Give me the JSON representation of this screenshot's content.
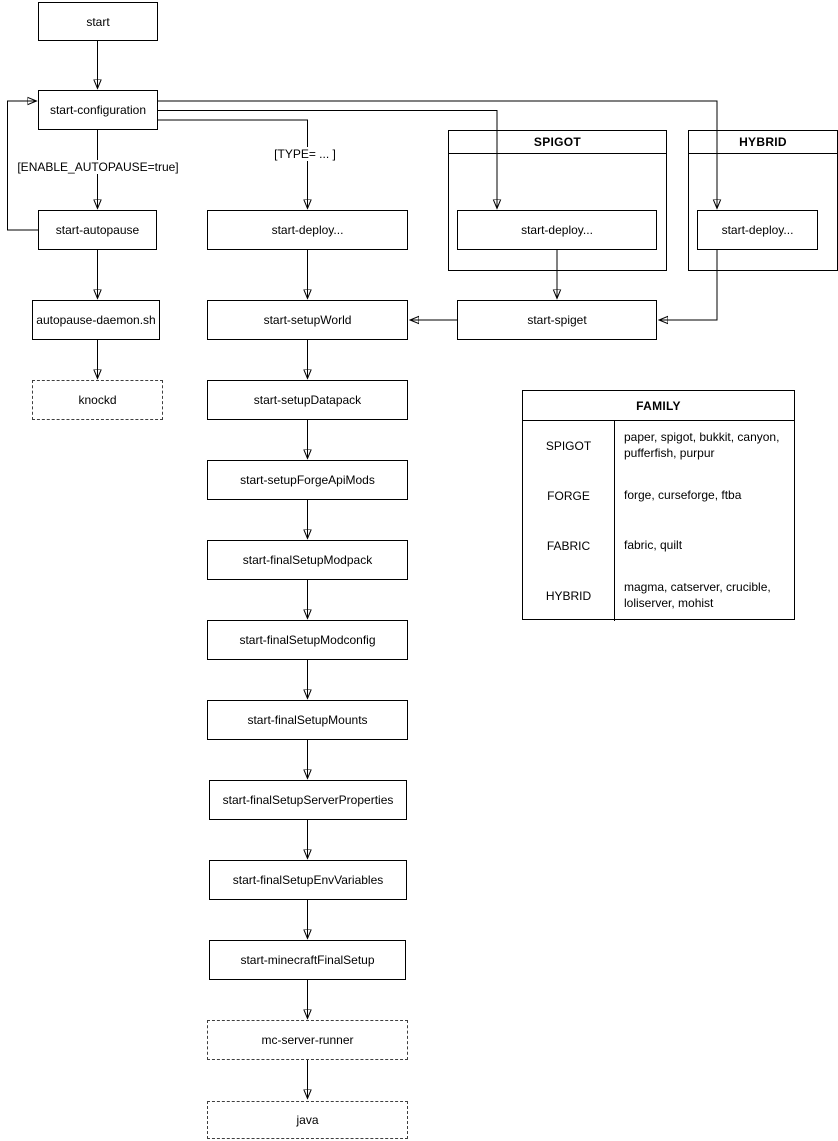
{
  "diagram": {
    "background_color": "#ffffff",
    "stroke_color": "#000000",
    "nodes": {
      "start": "start",
      "start_configuration": "start-configuration",
      "start_autopause": "start-autopause",
      "autopause_daemon": "autopause-daemon.sh",
      "knockd": "knockd",
      "start_deploy_main": "start-deploy...",
      "start_deploy_spigot": "start-deploy...",
      "start_deploy_hybrid": "start-deploy...",
      "start_setup_world": "start-setupWorld",
      "start_spiget": "start-spiget",
      "start_setup_datapack": "start-setupDatapack",
      "start_setup_forge_api_mods": "start-setupForgeApiMods",
      "start_final_setup_modpack": "start-finalSetupModpack",
      "start_final_setup_modconfig": "start-finalSetupModconfig",
      "start_final_setup_mounts": "start-finalSetupMounts",
      "start_final_setup_server_properties": "start-finalSetupServerProperties",
      "start_final_setup_env_variables": "start-finalSetupEnvVariables",
      "start_minecraft_final_setup": "start-minecraftFinalSetup",
      "mc_server_runner": "mc-server-runner",
      "java": "java"
    },
    "containers": {
      "spigot": "SPIGOT",
      "hybrid": "HYBRID"
    },
    "edge_labels": {
      "enable_autopause": "[ENABLE_AUTOPAUSE=true]",
      "type_condition": "[TYPE= ... ]"
    },
    "family_table": {
      "title": "FAMILY",
      "rows": [
        {
          "family": "SPIGOT",
          "members": "paper, spigot, bukkit, canyon, pufferfish, purpur"
        },
        {
          "family": "FORGE",
          "members": "forge, curseforge, ftba"
        },
        {
          "family": "FABRIC",
          "members": "fabric, quilt"
        },
        {
          "family": "HYBRID",
          "members": "magma, catserver, crucible, loliserver, mohist"
        }
      ]
    }
  }
}
